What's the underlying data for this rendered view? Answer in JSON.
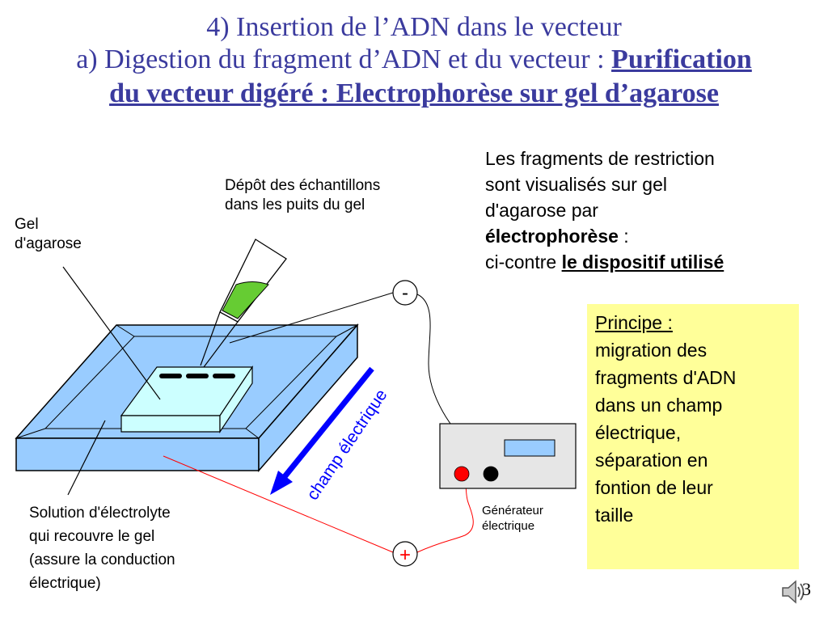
{
  "title": {
    "line1": "4) Insertion de l’ADN dans le vecteur",
    "line2_plain": "a) Digestion du fragment d’ADN et du vecteur : ",
    "line2_bold": "Purification",
    "line3_bold": "du vecteur digéré : Electrophorèse sur gel d’agarose"
  },
  "labels": {
    "gel_line1": "Gel",
    "gel_line2": "d'agarose",
    "depot_line1": "Dépôt des échantillons",
    "depot_line2": "dans les puits du gel",
    "solution_line1": "Solution d'électrolyte",
    "solution_line2": "qui recouvre le gel",
    "solution_line3": "(assure la conduction",
    "solution_line4": "électrique)",
    "generator_line1": "Générateur",
    "generator_line2": "électrique",
    "minus": "-",
    "plus": "+",
    "champ": "champ électrique"
  },
  "right_text": {
    "line1": "Les fragments de restriction",
    "line2": "sont visualisés sur gel",
    "line3": "d'agarose par",
    "line4_bold": "électrophorèse",
    "line4_rest": " :",
    "line5_plain": "ci-contre ",
    "line5_bold": "le dispositif utilisé"
  },
  "principe": {
    "heading": "Principe :",
    "lines": [
      "migration des",
      "fragments d'ADN",
      "dans un champ",
      "électrique,",
      "séparation en",
      "fontion de leur",
      "taille"
    ]
  },
  "page_number": "3",
  "icons": {
    "speaker": "speaker-icon"
  },
  "colors": {
    "title": "#3b3b9e",
    "tank": "#99ccff",
    "gel": "#ccffff",
    "liquid": "#66cc33",
    "arrow": "#0000ff",
    "red_wire": "#ff0000",
    "principe_bg": "#ffff99"
  }
}
